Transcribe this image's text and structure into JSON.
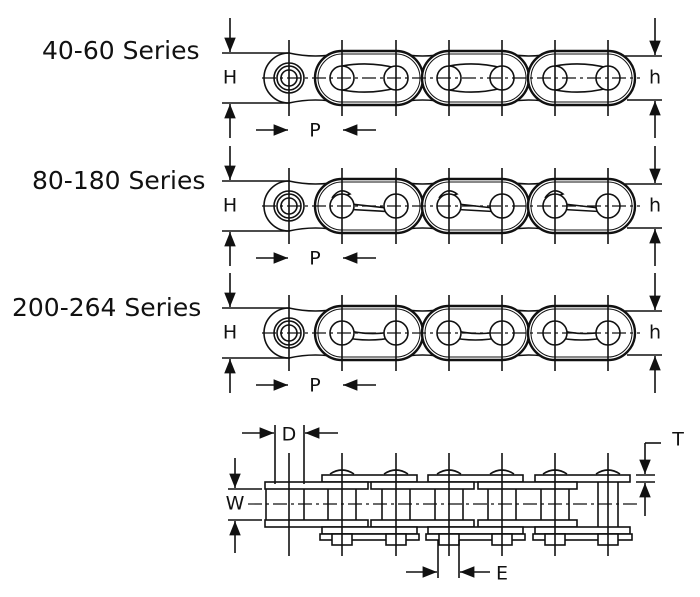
{
  "series_labels": [
    "40-60 Series",
    "80-180 Series",
    "200-264 Series"
  ],
  "dimensions": {
    "overall_height": "H",
    "plate_height": "h",
    "pitch": "P",
    "pin_diameter": "D",
    "width": "W",
    "plate_thickness": "T",
    "pin_end": "E"
  },
  "colors": {
    "line": "#111111",
    "background": "#ffffff"
  }
}
